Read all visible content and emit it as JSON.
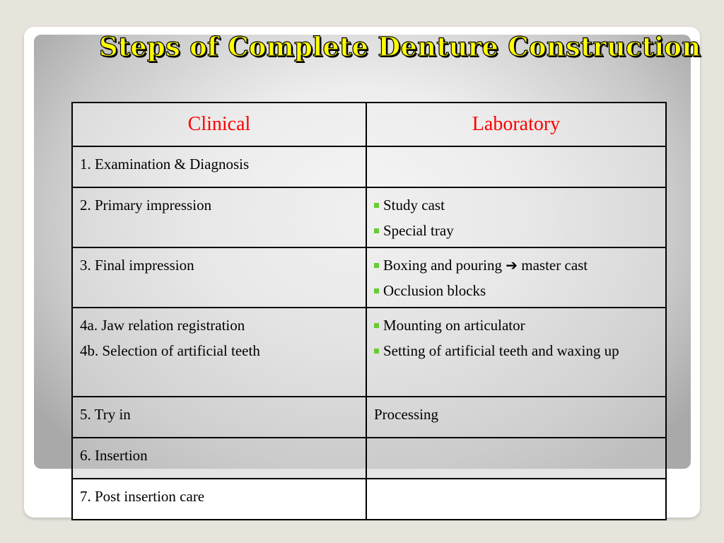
{
  "slide": {
    "title": "Steps of Complete Denture Construction"
  },
  "table": {
    "headers": [
      "Clinical",
      "Laboratory"
    ],
    "rows": [
      {
        "clinical": [
          "1. Examination & Diagnosis"
        ],
        "laboratory": []
      },
      {
        "clinical": [
          "2. Primary impression"
        ],
        "laboratory": [
          "Study cast",
          "Special tray"
        ]
      },
      {
        "clinical": [
          "3. Final impression"
        ],
        "laboratory": [
          "Boxing and pouring",
          "Occlusion blocks"
        ],
        "laboratory_arrow_suffix": "master cast"
      },
      {
        "clinical": [
          "4a. Jaw relation registration",
          "4b. Selection of artificial teeth"
        ],
        "laboratory": [
          "Mounting on articulator",
          "Setting of artificial teeth and waxing up"
        ]
      },
      {
        "clinical": [
          "5. Try in"
        ],
        "laboratory_plain": "Processing"
      },
      {
        "clinical": [
          "6. Insertion"
        ],
        "laboratory": []
      },
      {
        "clinical": [
          "7. Post insertion care"
        ],
        "laboratory": []
      }
    ]
  },
  "colors": {
    "title_fill": "#ffff00",
    "header_text": "#ff0000",
    "bullet": "#66cc33"
  },
  "icons": {
    "bullet": "square-bullet-icon",
    "arrow": "right-arrow-icon"
  }
}
